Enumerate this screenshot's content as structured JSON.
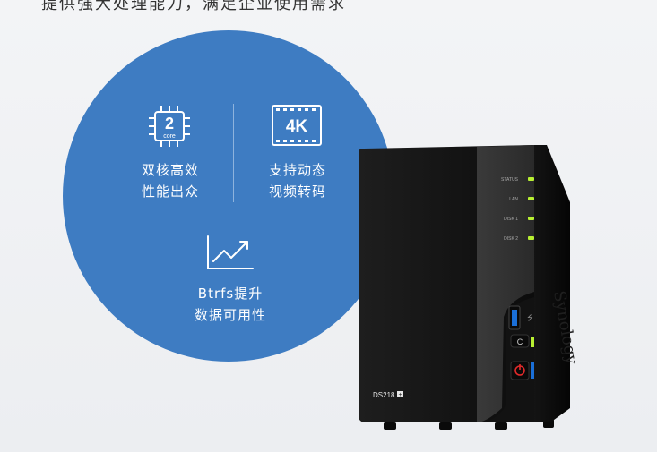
{
  "header": {
    "text": "提供强大处理能力，满足企业使用需求"
  },
  "features": [
    {
      "icon": "cpu-chip-icon",
      "chip_number": "2",
      "chip_word": "core",
      "line1": "双核高效",
      "line2": "性能出众"
    },
    {
      "icon": "4k-film-icon",
      "badge": "4K",
      "line1": "支持动态",
      "line2": "视频转码"
    },
    {
      "icon": "growth-chart-icon",
      "line1": "Btrfs提升",
      "line2": "数据可用性"
    }
  ],
  "device": {
    "model": "DS218",
    "model_mark": "+",
    "indicators": [
      "STATUS",
      "LAN",
      "DISK 1",
      "DISK 2"
    ],
    "copy_button_label": "C",
    "brand": "Synology"
  },
  "colors": {
    "circle": "#3e7cc2",
    "led": "#b8f032",
    "usb_blue": "#1a6fd8",
    "power_red": "#e12a2a"
  }
}
